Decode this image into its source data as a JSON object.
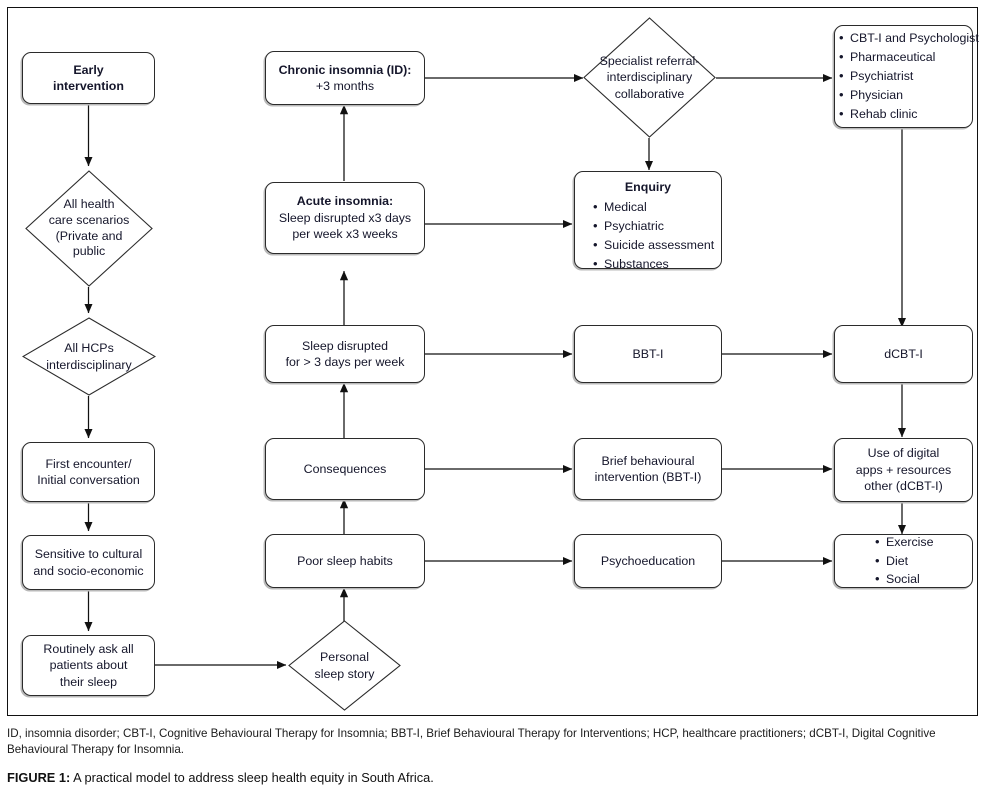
{
  "figure": {
    "label": "FIGURE 1:",
    "title": " A practical model to address sleep health equity in South Africa.",
    "abbreviations": "ID, insomnia disorder; CBT-I, Cognitive Behavioural Therapy for Insomnia; BBT-I, Brief Behavioural Therapy for Interventions; HCP, healthcare practitioners; dCBT-I, Digital Cognitive Behavioural Therapy for Insomnia."
  },
  "diagram": {
    "type": "flowchart",
    "colors": {
      "text": "#15162b",
      "stroke": "#2b2b2b",
      "shadow": "#b9b9b9",
      "frame": "#111111"
    },
    "nodes": {
      "early_intervention": {
        "shape": "box",
        "bold": true,
        "lines": [
          "Early",
          "intervention"
        ]
      },
      "all_health_care": {
        "shape": "diamond",
        "lines": [
          "All health",
          "care scenarios",
          "(Private and",
          "public"
        ]
      },
      "all_hcps": {
        "shape": "diamond",
        "lines": [
          "All HCPs",
          "interdisciplinary"
        ]
      },
      "first_encounter": {
        "shape": "box",
        "lines": [
          "First encounter/",
          "Initial conversation"
        ]
      },
      "sensitive": {
        "shape": "box",
        "lines": [
          "Sensitive to cultural",
          "and socio-economic"
        ]
      },
      "routinely_ask": {
        "shape": "box",
        "lines": [
          "Routinely ask all",
          "patients about",
          "their sleep"
        ]
      },
      "personal_sleep_story": {
        "shape": "diamond",
        "lines": [
          "Personal",
          "sleep story"
        ]
      },
      "poor_sleep_habits": {
        "shape": "box",
        "lines": [
          "Poor sleep habits"
        ]
      },
      "consequences": {
        "shape": "box",
        "lines": [
          "Consequences"
        ]
      },
      "sleep_disrupted": {
        "shape": "box",
        "lines": [
          "Sleep disrupted",
          "for > 3 days per week"
        ]
      },
      "acute_insomnia": {
        "shape": "box",
        "heading": "Acute insomnia:",
        "lines": [
          "Sleep disrupted x3 days",
          "per week x3 weeks"
        ]
      },
      "chronic_insomnia": {
        "shape": "box",
        "heading": "Chronic insomnia (ID):",
        "lines": [
          "+3 months"
        ]
      },
      "specialist_referral": {
        "shape": "diamond",
        "lines": [
          "Specialist referral-",
          "interdisciplinary",
          "collaborative"
        ]
      },
      "enquiry": {
        "shape": "box",
        "heading": "Enquiry",
        "bullets": [
          "Medical",
          "Psychiatric",
          "Suicide assessment",
          "Substances"
        ]
      },
      "bbti": {
        "shape": "box",
        "lines": [
          "BBT-I"
        ]
      },
      "brief_behavioural": {
        "shape": "box",
        "lines": [
          "Brief behavioural",
          "intervention (BBT-I)"
        ]
      },
      "psychoeducation": {
        "shape": "box",
        "lines": [
          "Psychoeducation"
        ]
      },
      "specialist_list": {
        "shape": "box",
        "bullets": [
          "CBT-I and Psychologist",
          "Pharmaceutical",
          "Psychiatrist",
          "Physician",
          "Rehab clinic"
        ]
      },
      "dcbti": {
        "shape": "box",
        "lines": [
          "dCBT-I"
        ]
      },
      "digital_apps": {
        "shape": "box",
        "lines": [
          "Use of digital",
          "apps + resources",
          "other (dCBT-I)"
        ]
      },
      "lifestyle": {
        "shape": "box",
        "bullets": [
          "Exercise",
          "Diet",
          "Social"
        ]
      }
    },
    "edges": [
      {
        "from": "early_intervention",
        "to": "all_health_care"
      },
      {
        "from": "all_health_care",
        "to": "all_hcps"
      },
      {
        "from": "all_hcps",
        "to": "first_encounter"
      },
      {
        "from": "first_encounter",
        "to": "sensitive"
      },
      {
        "from": "sensitive",
        "to": "routinely_ask"
      },
      {
        "from": "routinely_ask",
        "to": "personal_sleep_story"
      },
      {
        "from": "personal_sleep_story",
        "to": "poor_sleep_habits"
      },
      {
        "from": "poor_sleep_habits",
        "to": "consequences"
      },
      {
        "from": "poor_sleep_habits",
        "to": "psychoeducation"
      },
      {
        "from": "consequences",
        "to": "sleep_disrupted"
      },
      {
        "from": "consequences",
        "to": "brief_behavioural"
      },
      {
        "from": "sleep_disrupted",
        "to": "acute_insomnia"
      },
      {
        "from": "sleep_disrupted",
        "to": "bbti"
      },
      {
        "from": "acute_insomnia",
        "to": "chronic_insomnia"
      },
      {
        "from": "acute_insomnia",
        "to": "enquiry"
      },
      {
        "from": "chronic_insomnia",
        "to": "specialist_referral"
      },
      {
        "from": "specialist_referral",
        "to": "specialist_list"
      },
      {
        "from": "specialist_referral",
        "to": "enquiry"
      },
      {
        "from": "specialist_list",
        "to": "dcbti"
      },
      {
        "from": "bbti",
        "to": "dcbti"
      },
      {
        "from": "dcbti",
        "to": "digital_apps"
      },
      {
        "from": "brief_behavioural",
        "to": "digital_apps"
      },
      {
        "from": "digital_apps",
        "to": "lifestyle"
      },
      {
        "from": "psychoeducation",
        "to": "lifestyle"
      }
    ]
  }
}
